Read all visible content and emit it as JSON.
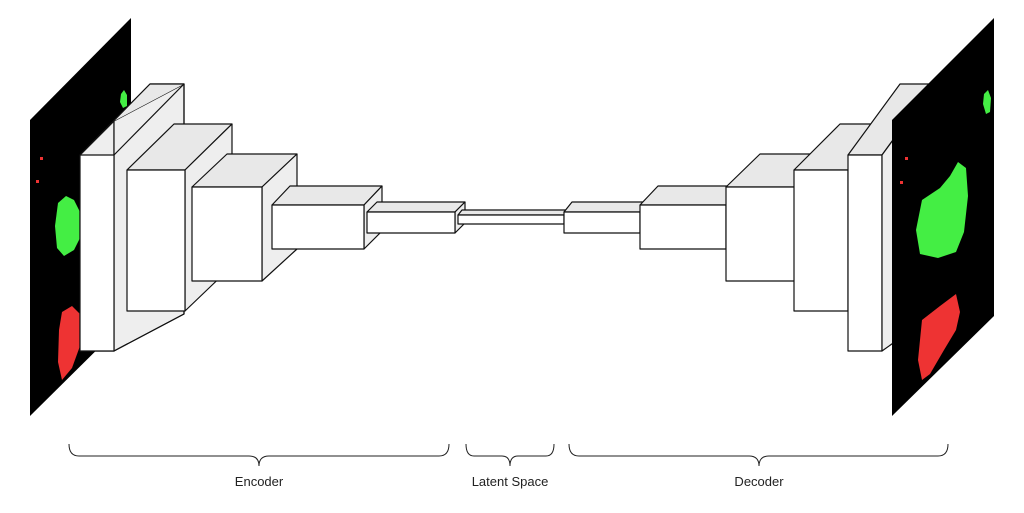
{
  "labels": {
    "encoder": "Encoder",
    "latent": "Latent Space",
    "decoder": "Decoder"
  },
  "colors": {
    "block_front": "#ffffff",
    "block_top": "#e8e8e8",
    "block_side": "#eeeeee",
    "stroke": "#111111",
    "image_background": "#000000",
    "mask_green": "#44ee44",
    "mask_red": "#ee3333"
  }
}
